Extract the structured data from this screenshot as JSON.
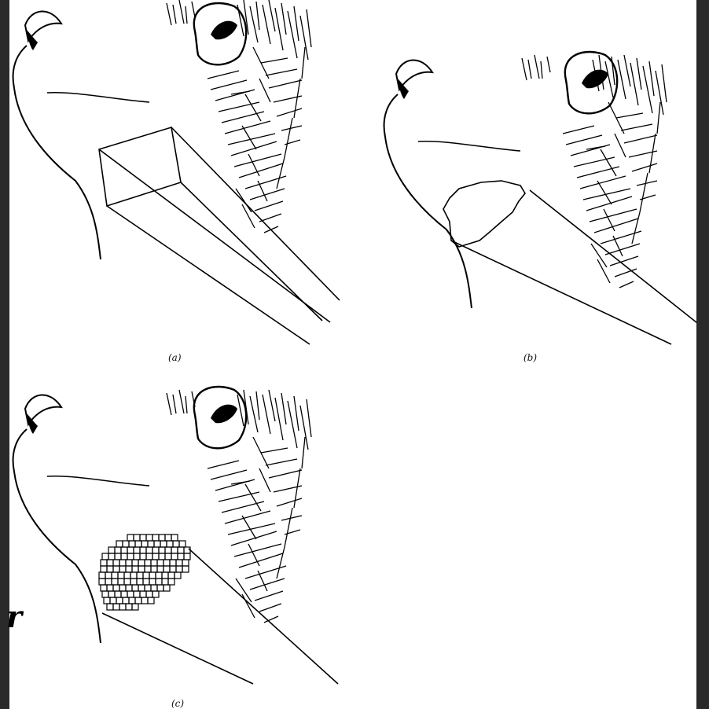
{
  "captions": {
    "a": "(a)",
    "b": "(b)",
    "c": "(c)"
  },
  "stray_letter": "r",
  "icons": [
    "face-profile-sketch",
    "viewing-frustum",
    "mask-outline",
    "voxel-grid"
  ],
  "colors": {
    "ink": "#000000",
    "paper": "#ffffff",
    "border": "#2a2a2a"
  }
}
